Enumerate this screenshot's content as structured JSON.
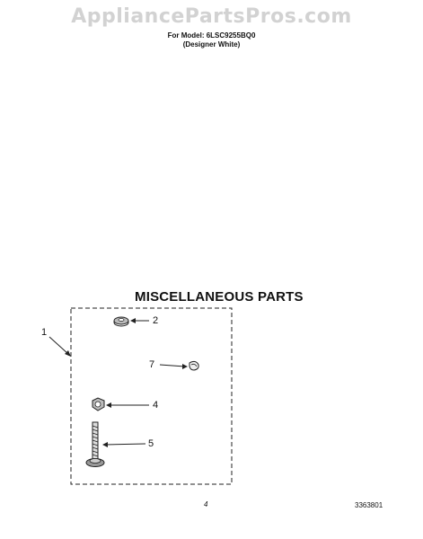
{
  "header": {
    "watermark": "AppliancePartsPros.com",
    "model_line": "For Model: 6LSC9255BQ0",
    "color_line": "(Designer White)"
  },
  "section": {
    "title": "MISCELLANEOUS PARTS"
  },
  "callouts": {
    "c1": "1",
    "c2": "2",
    "c7": "7",
    "c4": "4",
    "c5": "5"
  },
  "footer": {
    "page_number": "4",
    "document_number": "3363801"
  },
  "parts": [
    "washer",
    "clip",
    "nut",
    "screw"
  ]
}
